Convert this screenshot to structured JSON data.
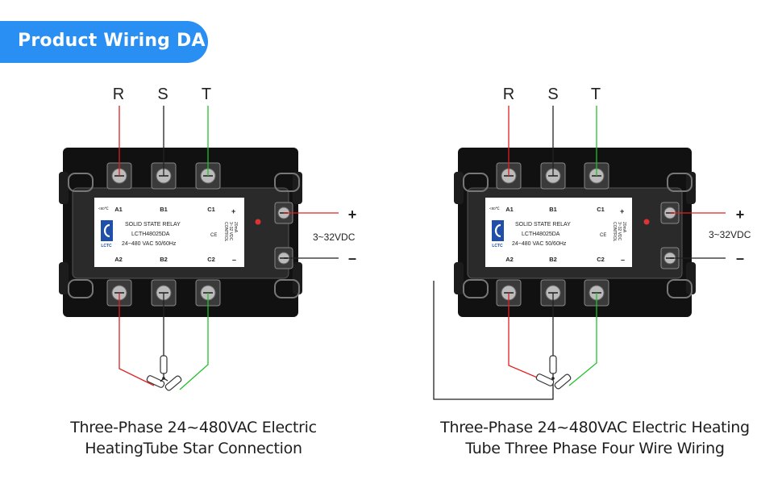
{
  "header": {
    "title": "Product Wiring DA"
  },
  "colors": {
    "accent": "#2a8ff2",
    "phase_r": "#e02020",
    "phase_s": "#222222",
    "phase_t": "#22c02a",
    "body": "#111111"
  },
  "relay_label": {
    "temp_mark": "<80℃",
    "a1": "A1",
    "b1": "B1",
    "c1": "C1",
    "a2": "A2",
    "b2": "B2",
    "c2": "C2",
    "line1": "SOLID STATE RELAY",
    "model": "LCTH48025DA",
    "rating": "24~480 VAC  50/60Hz",
    "control_title": "CONTROL",
    "control_range": "3~32 VDC",
    "control_current": "20mA",
    "plus": "+",
    "minus": "–",
    "ce": "CE",
    "brand": "LCTC"
  },
  "diagrams": [
    {
      "phases": [
        "R",
        "S",
        "T"
      ],
      "control_voltage": "3~32VDC",
      "plus": "+",
      "minus": "–",
      "caption": [
        "Three-Phase 24~480VAC Electric",
        "HeatingTube Star Connection"
      ]
    },
    {
      "phases": [
        "R",
        "S",
        "T"
      ],
      "control_voltage": "3~32VDC",
      "plus": "+",
      "minus": "–",
      "caption": [
        "Three-Phase 24~480VAC Electric Heating",
        "Tube Three Phase Four Wire Wiring"
      ]
    }
  ]
}
